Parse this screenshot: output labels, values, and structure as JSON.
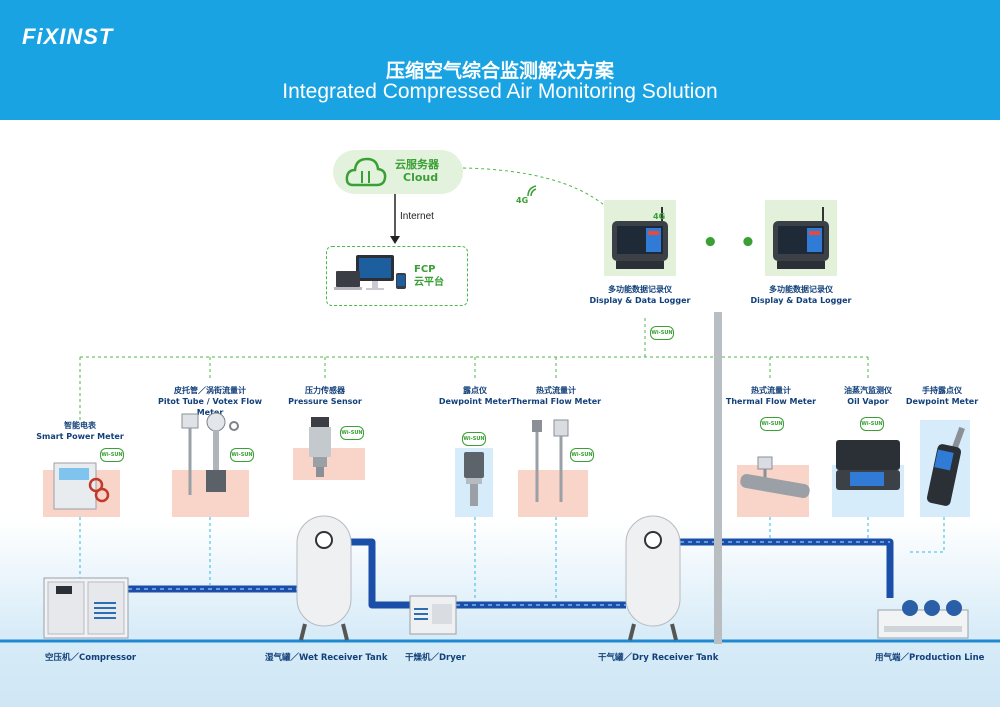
{
  "header": {
    "logo": "FiXINST",
    "title_cn": "压缩空气综合监测解决方案",
    "title_en": "Integrated Compressed Air Monitoring Solution"
  },
  "cloud": {
    "cn": "云服务器",
    "en": "Cloud"
  },
  "internet": "Internet",
  "fcp": {
    "line1": "FCP",
    "line2": "云平台"
  },
  "network": {
    "fourg": "4G",
    "wisun": "Wi-SUN"
  },
  "loggers": [
    {
      "cn": "多功能数据记录仪",
      "en": "Display & Data Logger"
    },
    {
      "cn": "多功能数据记录仪",
      "en": "Display & Data Logger"
    }
  ],
  "dots": "• • •",
  "sensors": [
    {
      "cn": "智能电表",
      "en": "Smart Power Meter"
    },
    {
      "cn": "皮托管／涡街流量计",
      "en": "Pitot Tube / Votex Flow Meter"
    },
    {
      "cn": "压力传感器",
      "en": "Pressure Sensor"
    },
    {
      "cn": "露点仪",
      "en": "Dewpoint Meter"
    },
    {
      "cn": "热式流量计",
      "en": "Thermal Flow Meter"
    },
    {
      "cn": "热式流量计",
      "en": "Thermal Flow Meter"
    },
    {
      "cn": "油蒸汽监测仪",
      "en": "Oil Vapor"
    },
    {
      "cn": "手持露点仪",
      "en": "Dewpoint Meter"
    }
  ],
  "equipment": {
    "compressor": "空压机／Compressor",
    "wet_tank": "湿气罐／Wet Receiver Tank",
    "dryer": "干燥机／Dryer",
    "dry_tank": "干气罐／Dry Receiver Tank",
    "production": "用气端／Production Line"
  },
  "colors": {
    "header": "#1aa3e2",
    "pipe": "#1a4ea8",
    "green": "#3aa035",
    "label": "#12407a"
  }
}
